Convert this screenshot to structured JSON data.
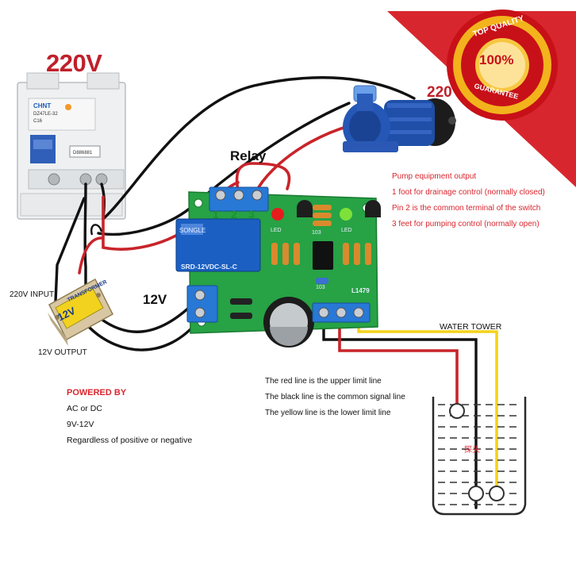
{
  "diagram": {
    "supply_label": "220V",
    "pump_supply_label": "220",
    "relay_label": "Relay",
    "board_power_label": "12V",
    "relay_pins": [
      "1",
      "2",
      "3"
    ],
    "relay_module_text": "SONGLE",
    "relay_model_text": "SRD-12VDC-SL-C",
    "breaker_brand": "CHNT",
    "breaker_text_1": "DZ47LE-32",
    "breaker_text_2": "C16",
    "breaker_serial": "D886881",
    "transformer_label": "TRANSFORMER",
    "transformer_voltage": "12V",
    "led_label_1": "LED",
    "led_label_2": "LED",
    "resistor_label": "103",
    "capacitor_label": "103",
    "chip_label": "L1479",
    "probe_label": "探头"
  },
  "pump_notes": {
    "title": "Pump equipment output",
    "lines": [
      "1 foot for drainage control (normally closed)",
      "Pin 2 is the common terminal of the switch",
      "3 feet for pumping control (normally open)"
    ]
  },
  "transformer_io": {
    "input": "220V INPUT",
    "output": "12V OUTPUT"
  },
  "power_info": {
    "title": "POWERED BY",
    "lines": [
      "AC or DC",
      "9V-12V",
      "Regardless of positive or negative"
    ]
  },
  "water_tower": {
    "title": "WATER TOWER",
    "lines": [
      "The red line is the upper limit line",
      "The black line is the common signal line",
      "The yellow line is the lower limit line"
    ]
  },
  "badge": {
    "top": "TOP QUALITY",
    "center": "100%",
    "bottom": "GUARANTEE"
  },
  "colors": {
    "accent_red": "#d8262e",
    "badge_red": "#c81018",
    "badge_gold": "#f2b31c",
    "pcb_green": "#27a245",
    "relay_blue": "#1b5fc2",
    "terminal_blue": "#2878d6",
    "wire_black": "#111111",
    "wire_red": "#c8242a",
    "wire_yellow": "#f4d21a",
    "pump_blue": "#1f4fa8"
  }
}
